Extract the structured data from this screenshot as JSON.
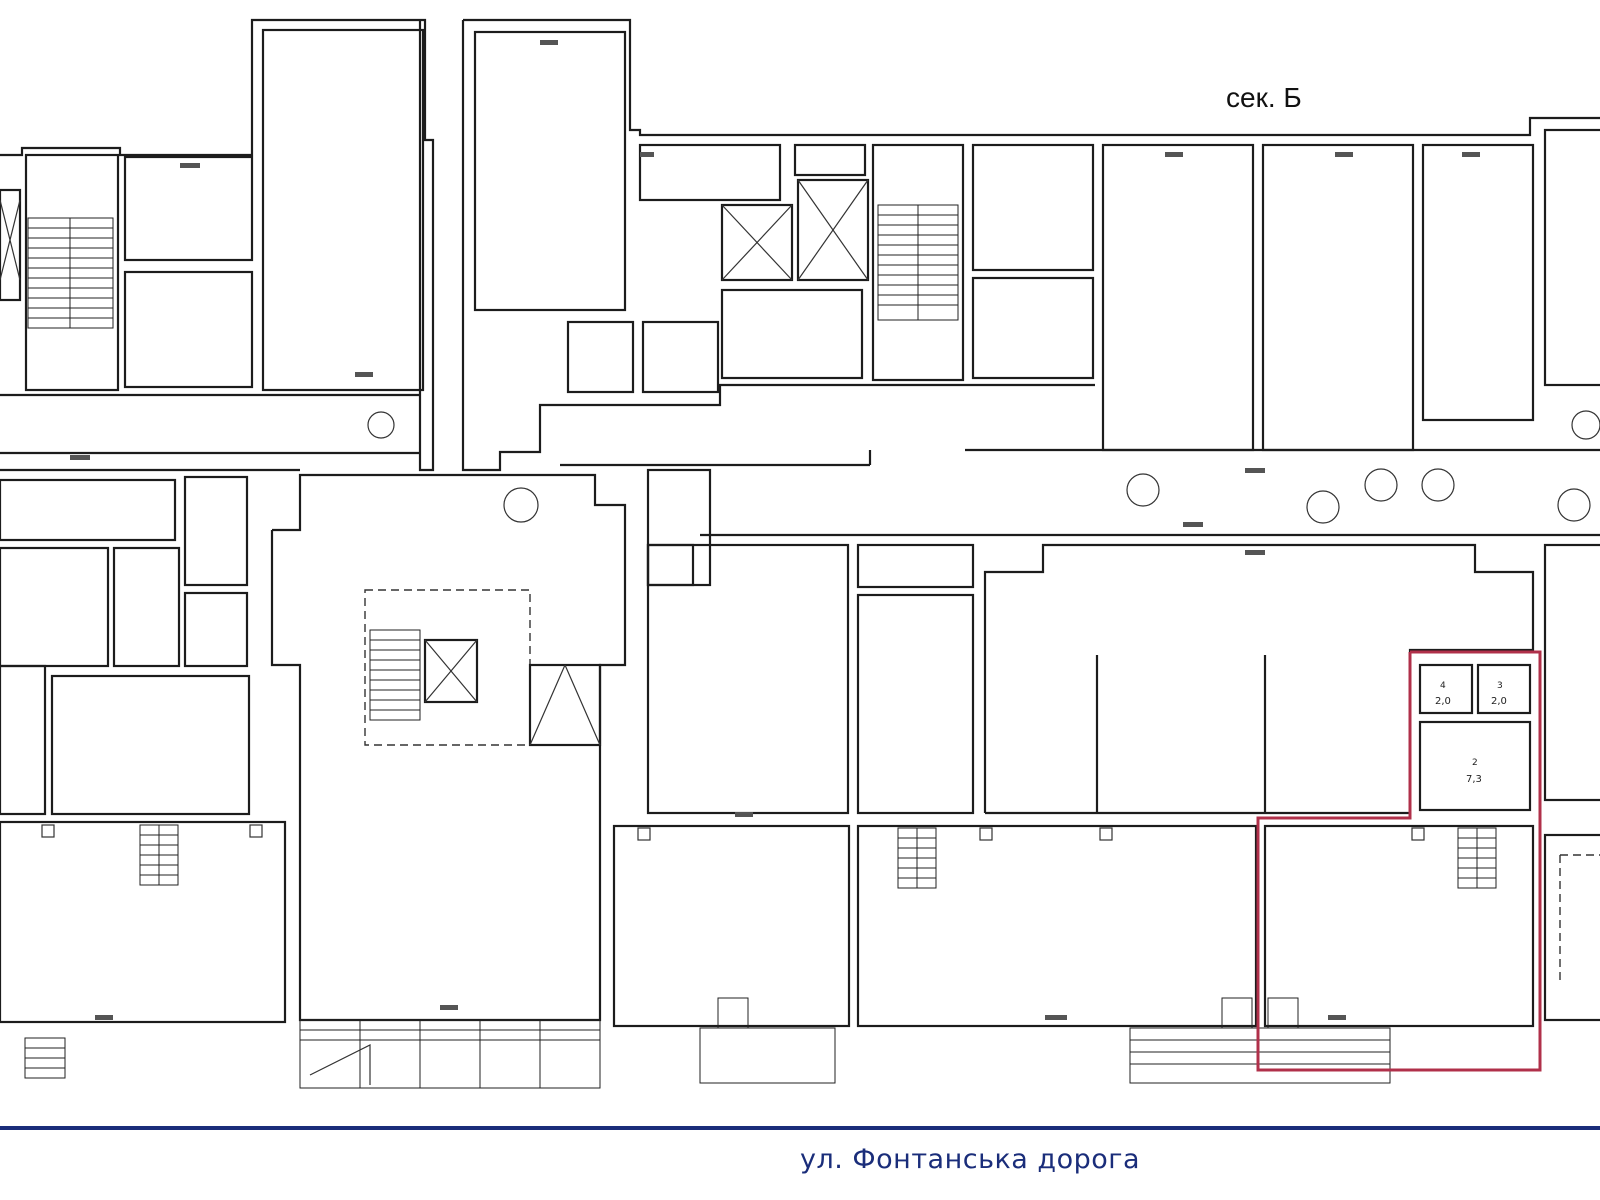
{
  "header": {
    "section_label": "сек. Б"
  },
  "footer": {
    "street_label": "ул. Фонтанська дорога"
  },
  "highlighted_unit": {
    "rooms": [
      {
        "no": "4",
        "area": "2,0"
      },
      {
        "no": "3",
        "area": "2,0"
      },
      {
        "no": "2",
        "area": "7,3"
      }
    ]
  },
  "colors": {
    "walls": "#1c1c1c",
    "highlight": "#b0304a",
    "street": "#1a2d7a"
  }
}
